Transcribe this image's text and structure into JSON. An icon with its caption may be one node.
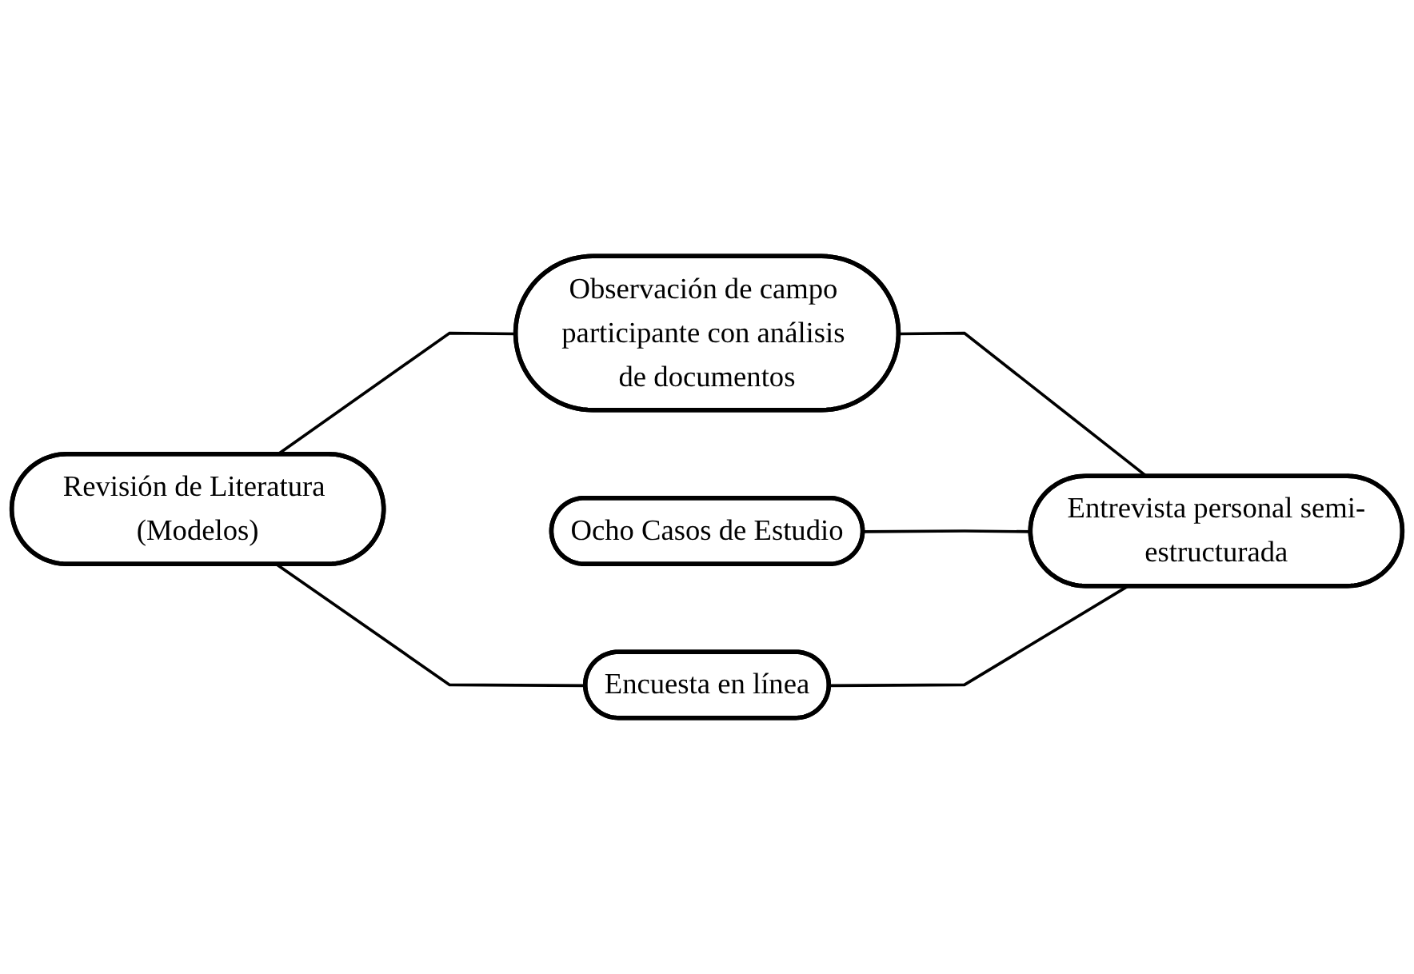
{
  "diagram": {
    "nodes": [
      {
        "text": [
          "Observación de campo participante con análisis de documentos"
        ]
      },
      {
        "text": [
          "Revisión de Literatura (Modelos)"
        ]
      },
      {
        "text": [
          "Ocho Casos de Estudio"
        ]
      },
      {
        "text": [
          "Entrevista personal semi-estructurada"
        ]
      },
      {
        "text": [
          "Encuesta en línea"
        ]
      }
    ],
    "edges": [
      {
        "from": 1,
        "to": 0,
        "arrow": "none"
      },
      {
        "from": 0,
        "to": 3,
        "arrow": "none"
      },
      {
        "from": 2,
        "to": 3,
        "arrow": "none"
      },
      {
        "from": 1,
        "to": 4,
        "arrow": "none"
      },
      {
        "from": 4,
        "to": 3,
        "arrow": "none"
      }
    ]
  }
}
